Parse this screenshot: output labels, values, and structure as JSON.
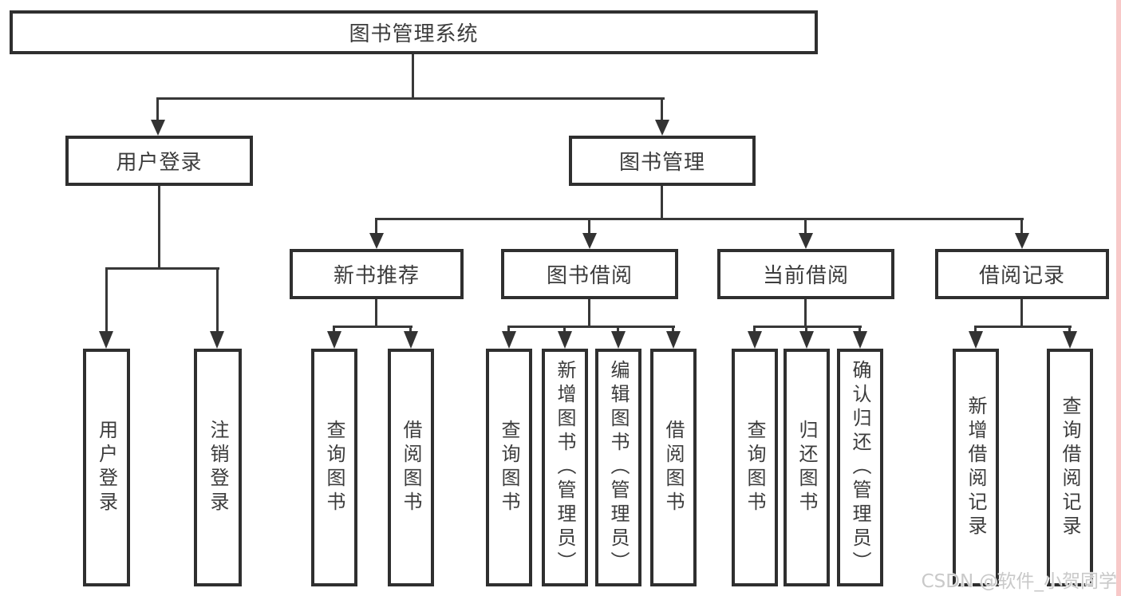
{
  "tree": {
    "label": "图书管理系统",
    "children": [
      {
        "label": "用户登录",
        "children": [
          {
            "label": "用户登录"
          },
          {
            "label": "注销登录"
          }
        ]
      },
      {
        "label": "图书管理",
        "children": [
          {
            "label": "新书推荐",
            "children": [
              {
                "label": "查询图书"
              },
              {
                "label": "借阅图书"
              }
            ]
          },
          {
            "label": "图书借阅",
            "children": [
              {
                "label": "查询图书"
              },
              {
                "label": "新增图书（管理员）"
              },
              {
                "label": "编辑图书（管理员）"
              },
              {
                "label": "借阅图书"
              }
            ]
          },
          {
            "label": "当前借阅",
            "children": [
              {
                "label": "查询图书"
              },
              {
                "label": "归还图书"
              },
              {
                "label": "确认归还（管理员）"
              }
            ]
          },
          {
            "label": "借阅记录",
            "children": [
              {
                "label": "新增借阅记录"
              },
              {
                "label": "查询借阅记录"
              }
            ]
          }
        ]
      }
    ]
  },
  "watermark": {
    "text": "CSDN @软件_小贺同学"
  },
  "colors": {
    "line": "#383838",
    "box_border": "#2f2f2f",
    "text": "#3c3c3c",
    "watermark_text": "#c6c6c6",
    "right_edge_strip": "#f8c8c8"
  }
}
